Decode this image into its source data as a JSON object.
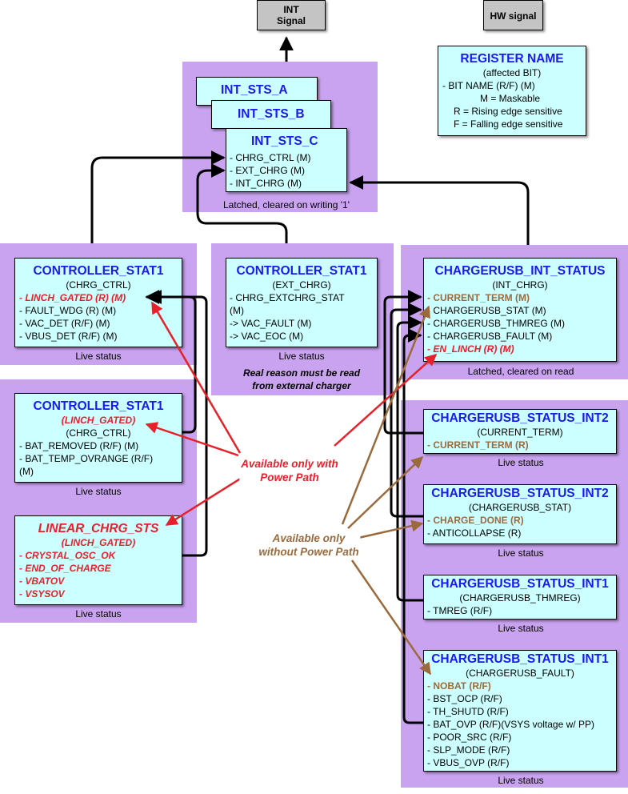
{
  "signals": {
    "int_signal": [
      "INT",
      "Signal"
    ],
    "hw_signal": "HW signal"
  },
  "legend": {
    "title": "REGISTER NAME",
    "lines": [
      "(affected BIT)",
      "- BIT NAME (R/F) (M)",
      "M = Maskable",
      "R = Rising edge sensitive",
      "F = Falling edge sensitive"
    ]
  },
  "int_sts": {
    "a_title": "INT_STS_A",
    "b_title": "INT_STS_B",
    "c_title": "INT_STS_C",
    "c_items": [
      "- CHRG_CTRL (M)",
      "- EXT_CHRG (M)",
      "- INT_CHRG (M)"
    ],
    "caption": "Latched, cleared on writing '1'"
  },
  "ctrl_stat1_a": {
    "title": "CONTROLLER_STAT1",
    "subtitle": "(CHRG_CTRL)",
    "items": [
      "- LINCH_GATED (R) (M)",
      "- FAULT_WDG (R) (M)",
      "- VAC_DET (R/F) (M)",
      "- VBUS_DET (R/F) (M)"
    ],
    "caption": "Live status"
  },
  "ctrl_stat1_b": {
    "title": "CONTROLLER_STAT1",
    "subtitle": "(EXT_CHRG)",
    "items": [
      "- CHRG_EXTCHRG_STAT",
      "(M)",
      " -> VAC_FAULT (M)",
      " -> VAC_EOC (M)"
    ],
    "caption": "Live status",
    "note": [
      "Real reason must  be read",
      "from external charger"
    ]
  },
  "ctrl_stat1_c": {
    "title": "CONTROLLER_STAT1",
    "subtitle_red": "(LINCH_GATED)",
    "subtitle": "(CHRG_CTRL)",
    "items": [
      "- BAT_REMOVED (R/F) (M)",
      "- BAT_TEMP_OVRANGE (R/F)",
      "(M)"
    ],
    "caption": "Live status"
  },
  "linear": {
    "title": "LINEAR_CHRG_STS",
    "subtitle": "(LINCH_GATED)",
    "items": [
      "- CRYSTAL_OSC_OK",
      "- END_OF_CHARGE",
      "- VBATOV",
      "- VSYSOV"
    ],
    "caption": "Live status"
  },
  "cusb_int_status": {
    "title": "CHARGERUSB_INT_STATUS",
    "subtitle": "(INT_CHRG)",
    "items": [
      "- CURRENT_TERM (M)",
      "- CHARGERUSB_STAT (M)",
      "- CHARGERUSB_THMREG (M)",
      "- CHARGERUSB_FAULT (M)",
      "- EN_LINCH (R) (M)"
    ],
    "caption": "Latched, cleared on read"
  },
  "cusb_int2_a": {
    "title": "CHARGERUSB_STATUS_INT2",
    "subtitle": "(CURRENT_TERM)",
    "items": [
      "- CURRENT_TERM (R)"
    ],
    "caption": "Live status"
  },
  "cusb_int2_b": {
    "title": "CHARGERUSB_STATUS_INT2",
    "subtitle": "(CHARGERUSB_STAT)",
    "items": [
      "- CHARGE_DONE (R)",
      "- ANTICOLLAPSE (R)"
    ],
    "caption": "Live status"
  },
  "cusb_int1_a": {
    "title": "CHARGERUSB_STATUS_INT1",
    "subtitle": "(CHARGERUSB_THMREG)",
    "items": [
      "- TMREG (R/F)"
    ],
    "caption": "Live status"
  },
  "cusb_int1_b": {
    "title": "CHARGERUSB_STATUS_INT1",
    "subtitle": "(CHARGERUSB_FAULT)",
    "items": [
      "- NOBAT (R/F)",
      "- BST_OCP (R/F)",
      "- TH_SHUTD (R/F)",
      "- BAT_OVP (R/F)(VSYS voltage w/ PP)",
      "- POOR_SRC (R/F)",
      "- SLP_MODE (R/F)",
      "- VBUS_OVP (R/F)"
    ],
    "caption": "Live status"
  },
  "callouts": {
    "power_path": [
      "Available only with",
      "Power Path"
    ],
    "no_power_path": [
      "Available only",
      "without Power Path"
    ]
  },
  "colors": {
    "panel": "#c9a3f0",
    "box": "#ccffff",
    "title": "#1a1aee",
    "red": "#e8202a",
    "brown": "#9b6a3c",
    "gray": "#c4c4c4"
  }
}
